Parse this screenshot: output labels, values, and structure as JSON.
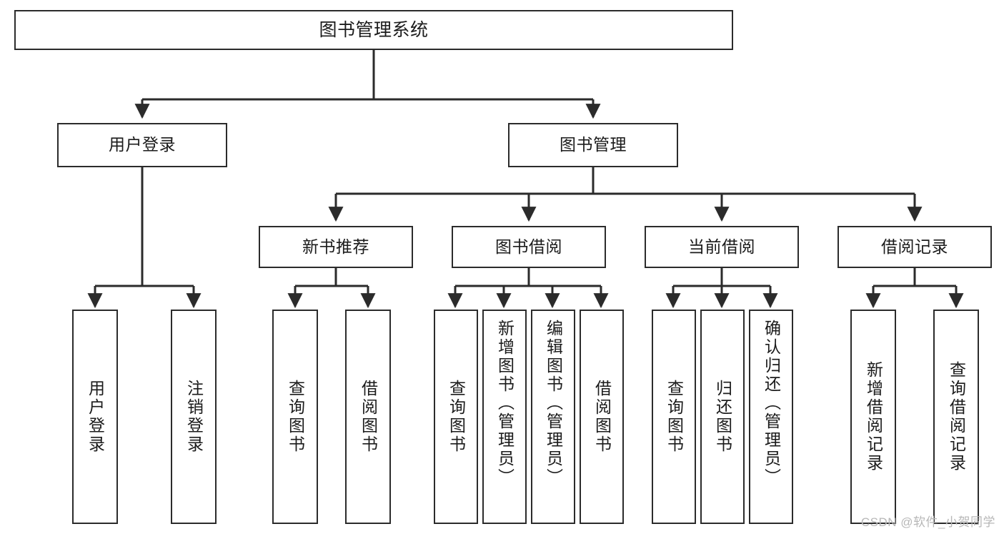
{
  "diagram": {
    "type": "tree-hierarchy",
    "title": "图书管理系统",
    "watermark": "CSDN @软件_小贺同学",
    "colors": {
      "box_border": "#2b2b2b",
      "box_fill": "#ffffff",
      "connector": "#2b2b2b",
      "text": "#1b1b1b",
      "watermark": "#b7b7b7",
      "background": "#ffffff"
    },
    "root": {
      "id": "root",
      "label": "图书管理系统"
    },
    "level2": [
      {
        "id": "user-login",
        "label": "用户登录"
      },
      {
        "id": "book-manage",
        "label": "图书管理"
      }
    ],
    "level3": [
      {
        "id": "new-book-rec",
        "label": "新书推荐",
        "parent": "book-manage"
      },
      {
        "id": "book-borrow",
        "label": "图书借阅",
        "parent": "book-manage"
      },
      {
        "id": "current-borrow",
        "label": "当前借阅",
        "parent": "book-manage"
      },
      {
        "id": "borrow-record",
        "label": "借阅记录",
        "parent": "book-manage"
      }
    ],
    "leaves": [
      {
        "id": "leaf-user-login",
        "label": "用户登录",
        "parent": "user-login"
      },
      {
        "id": "leaf-logout-login",
        "label": "注销登录",
        "parent": "user-login"
      },
      {
        "id": "leaf-query-book-1",
        "label": "查询图书",
        "parent": "new-book-rec"
      },
      {
        "id": "leaf-borrow-book-1",
        "label": "借阅图书",
        "parent": "new-book-rec"
      },
      {
        "id": "leaf-query-book-2",
        "label": "查询图书",
        "parent": "book-borrow"
      },
      {
        "id": "leaf-add-book",
        "label": "新增图书（管理员）",
        "parent": "book-borrow"
      },
      {
        "id": "leaf-edit-book",
        "label": "编辑图书（管理员）",
        "parent": "book-borrow"
      },
      {
        "id": "leaf-borrow-book-2",
        "label": "借阅图书",
        "parent": "book-borrow"
      },
      {
        "id": "leaf-query-book-3",
        "label": "查询图书",
        "parent": "current-borrow"
      },
      {
        "id": "leaf-return-book",
        "label": "归还图书",
        "parent": "current-borrow"
      },
      {
        "id": "leaf-confirm-return",
        "label": "确认归还（管理员）",
        "parent": "current-borrow"
      },
      {
        "id": "leaf-add-record",
        "label": "新增借阅记录",
        "parent": "borrow-record"
      },
      {
        "id": "leaf-query-record",
        "label": "查询借阅记录",
        "parent": "borrow-record"
      }
    ]
  }
}
